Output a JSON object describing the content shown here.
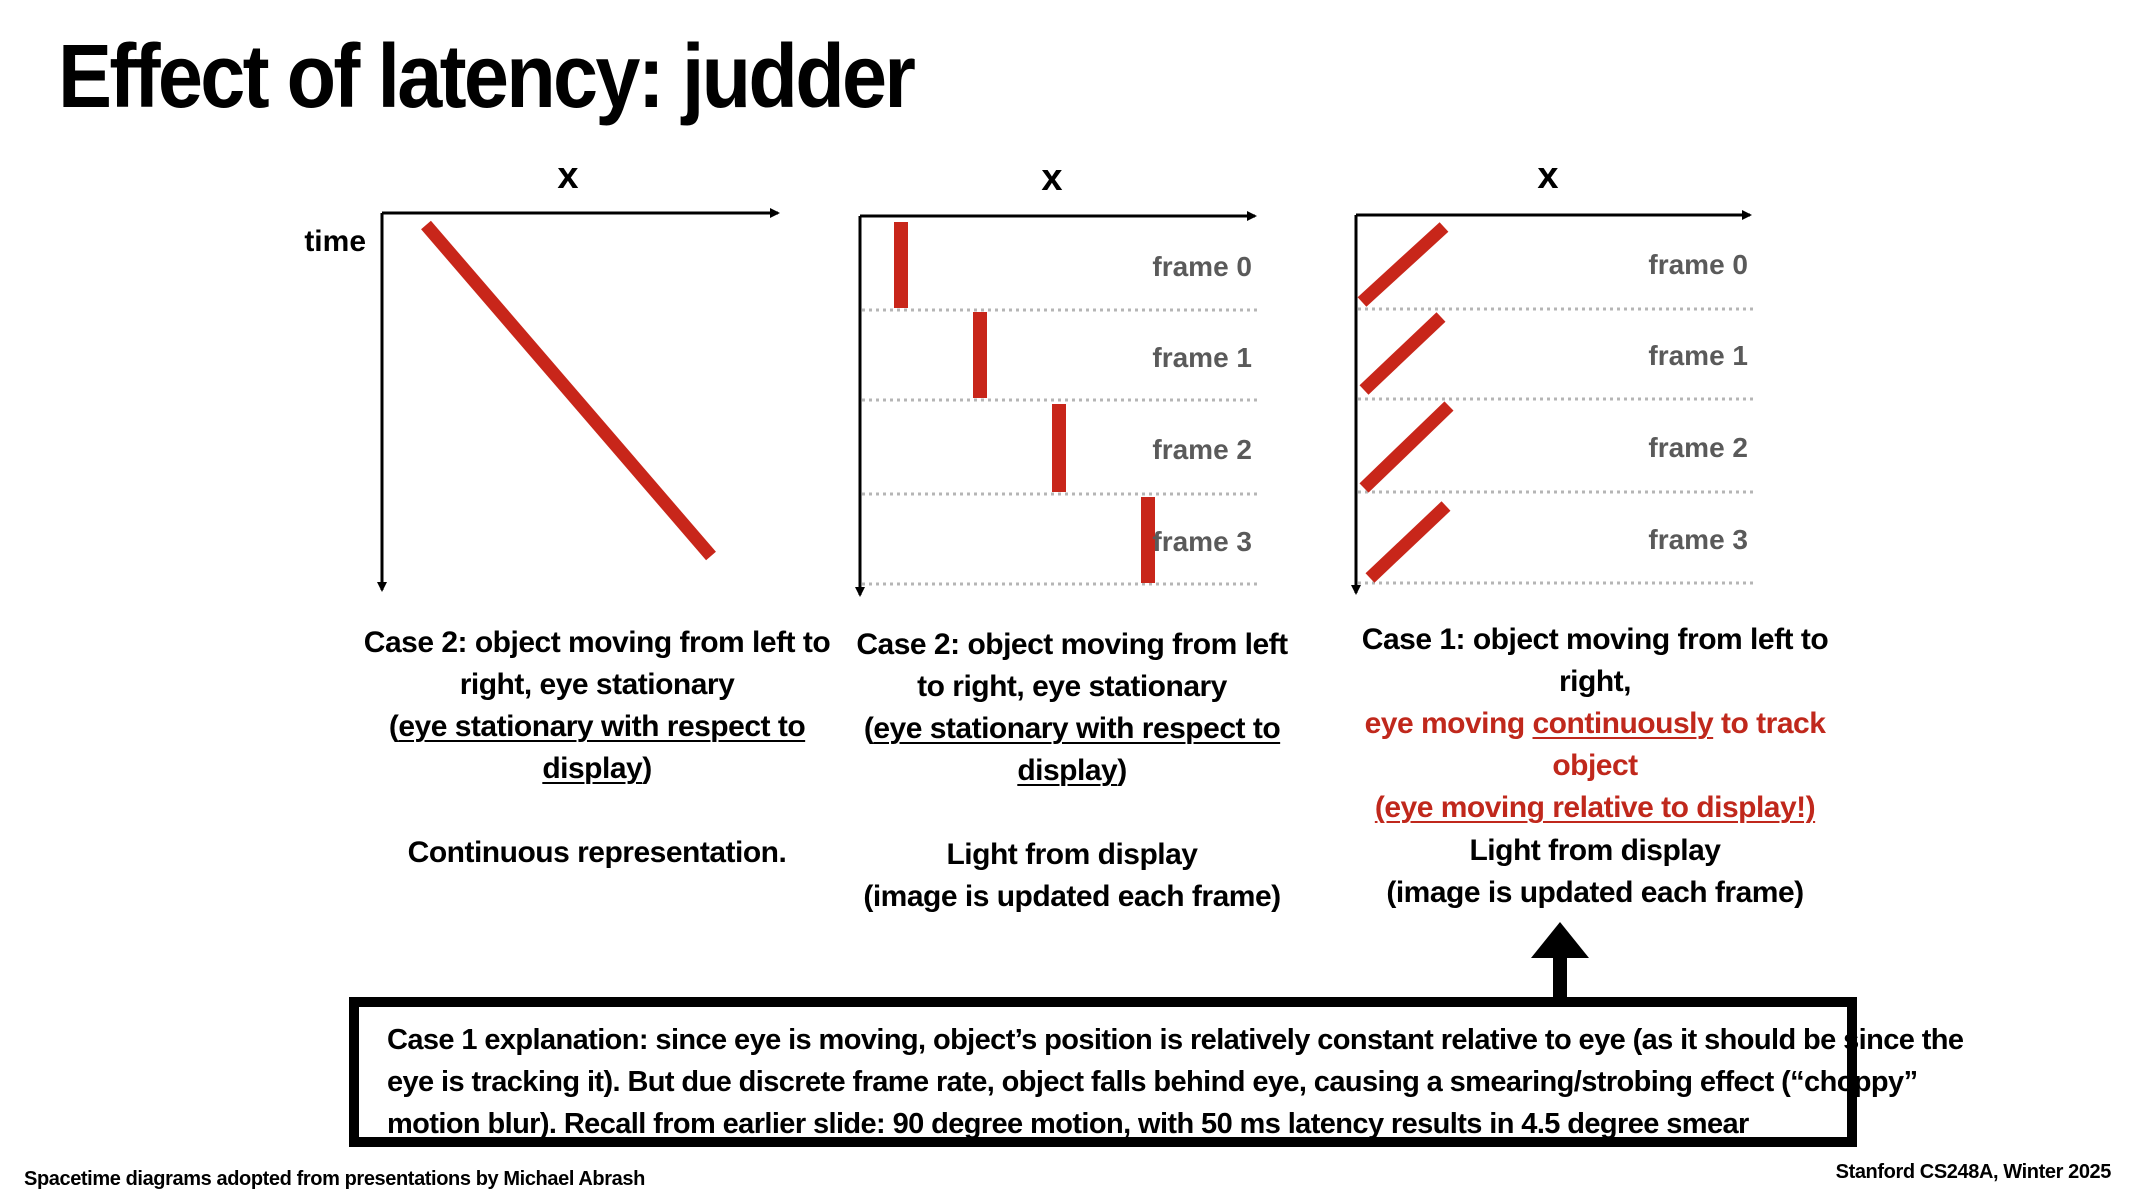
{
  "title": "Effect of latency: judder",
  "diagrams": [
    {
      "x_label": "x",
      "y_label": "time",
      "caption": {
        "line1": "Case 2: object moving from left to",
        "line2": "right, eye stationary",
        "line3_open": "(",
        "line3_underlined": "eye stationary with respect to",
        "line4_underlined": "display",
        "line4_close": ")",
        "note": "Continuous representation."
      }
    },
    {
      "x_label": "x",
      "frame_labels": [
        "frame 0",
        "frame 1",
        "frame 2",
        "frame 3"
      ],
      "caption": {
        "line1": "Case 2: object moving from left",
        "line2": "to right, eye stationary",
        "line3_open": "(",
        "line3_underlined": "eye stationary with respect to",
        "line4_underlined": "display",
        "line4_close": ")",
        "note_line1": "Light from display",
        "note_line2": "(image is updated each frame)"
      }
    },
    {
      "x_label": "x",
      "frame_labels": [
        "frame 0",
        "frame 1",
        "frame 2",
        "frame 3"
      ],
      "caption": {
        "line1": "Case 1: object moving from left to right,",
        "line2_before": "eye moving ",
        "line2_underlined": "continuously",
        "line2_after": " to track object",
        "line3_underlined": "(eye moving relative to display!)",
        "note_line1": "Light from display",
        "note_line2": "(image is updated each frame)"
      }
    }
  ],
  "explanation": {
    "line1": "Case 1 explanation: since eye is moving, object’s position is relatively constant relative to eye (as it should be since the",
    "line2": "eye is tracking it). But due discrete frame rate, object falls behind eye, causing a smearing/strobing effect (“choppy”",
    "line3": "motion blur).  Recall from earlier slide: 90 degree motion, with 50 ms latency results in 4.5 degree smear"
  },
  "footer": {
    "credit": "Spacetime diagrams adopted from presentations by Michael Abrash",
    "course": "Stanford CS248A, Winter 2025"
  },
  "colors": {
    "object_red": "#c8261a",
    "text_red": "#c0281c",
    "frame_label_gray": "#5a5a5a",
    "dotted_line": "#b5b5b5"
  }
}
